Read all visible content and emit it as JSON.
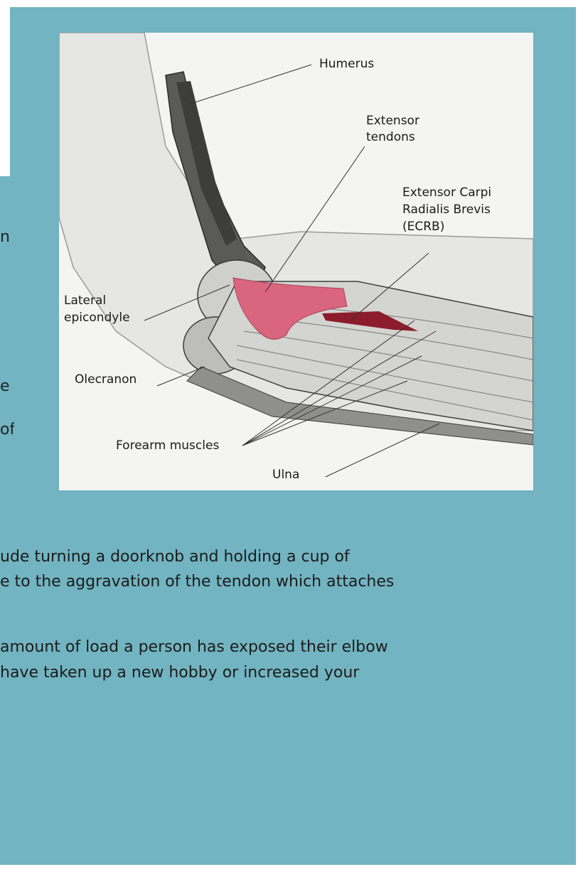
{
  "left_fragments": [
    "n",
    "",
    "e",
    "of"
  ],
  "figure": {
    "labels": {
      "humerus": "Humerus",
      "extensor_tendons_1": "Extensor",
      "extensor_tendons_2": "tendons",
      "ecrb_1": "Extensor Carpi",
      "ecrb_2": "Radialis Brevis",
      "ecrb_3": "(ECRB)",
      "lateral_epicondyle_1": "Lateral",
      "lateral_epicondyle_2": "epicondyle",
      "olecranon": "Olecranon",
      "forearm_muscles": "Forearm muscles",
      "ulna": "Ulna"
    }
  },
  "paragraphs": {
    "p1_line1": "ude turning a doorknob and holding a cup of",
    "p1_line2": "e to the aggravation of the tendon which attaches",
    "p2_line1": "amount of load a person has exposed their elbow",
    "p2_line2": " have taken up a new hobby or increased your"
  },
  "colors": {
    "background": "#72b4c1",
    "tendon_pink": "#d9657f",
    "ecrb_dark_red": "#8c1c2c"
  }
}
